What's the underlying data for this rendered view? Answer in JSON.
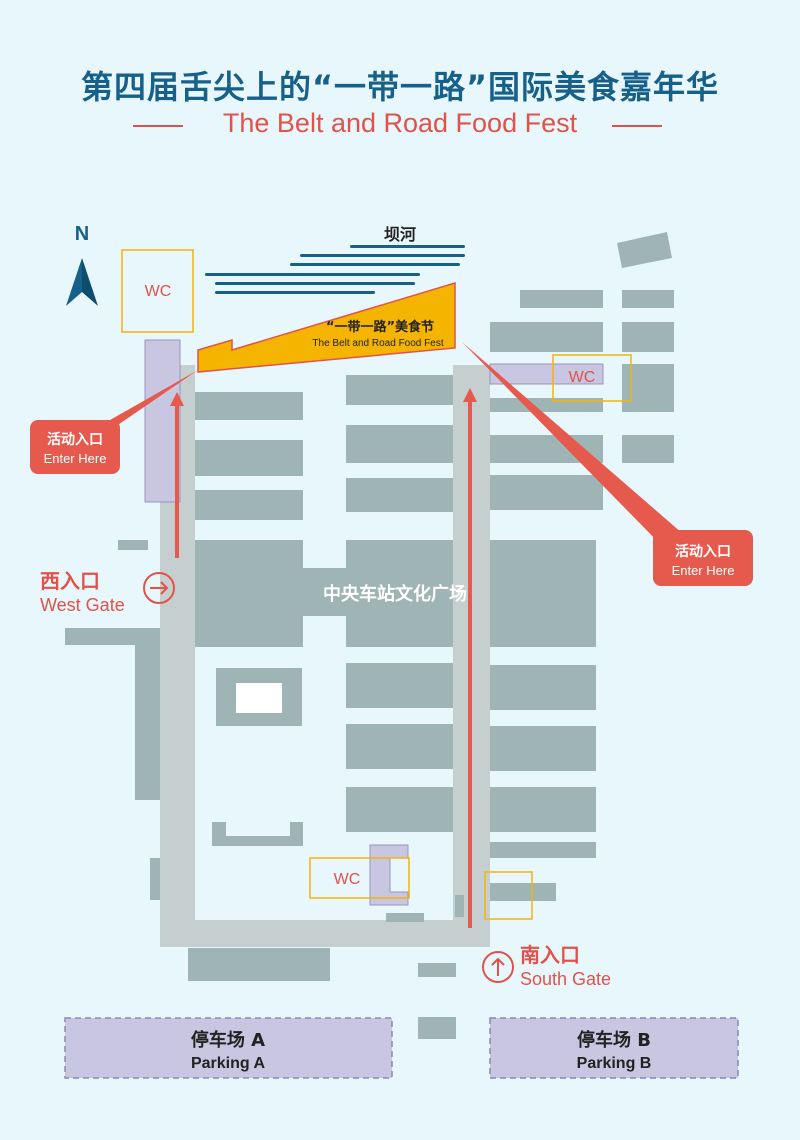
{
  "title_cn": "第四届舌尖上的“一带一路”国际美食嘉年华",
  "title_en": "The Belt and Road Food Fest",
  "compass": "N",
  "river": "坝河",
  "festival_area": {
    "cn": "“一带一路”美食节",
    "en": "The Belt and Road Food Fest"
  },
  "central_plaza": "中央车站文化广场",
  "wc_label": "WC",
  "event_entrance": {
    "cn": "活动入口",
    "en": "Enter Here"
  },
  "west_gate": {
    "cn": "西入口",
    "en": "West Gate"
  },
  "south_gate": {
    "cn": "南入口",
    "en": "South Gate"
  },
  "parking_a": {
    "cn": "停车场 A",
    "en": "Parking A"
  },
  "parking_b": {
    "cn": "停车场 B",
    "en": "Parking B"
  },
  "colors": {
    "title": "#16608a",
    "accent": "#e2524b",
    "building": "#9fb5b5",
    "road": "#c6cfcf",
    "festival": "#f4b400",
    "parking": "#c8c6e0"
  }
}
